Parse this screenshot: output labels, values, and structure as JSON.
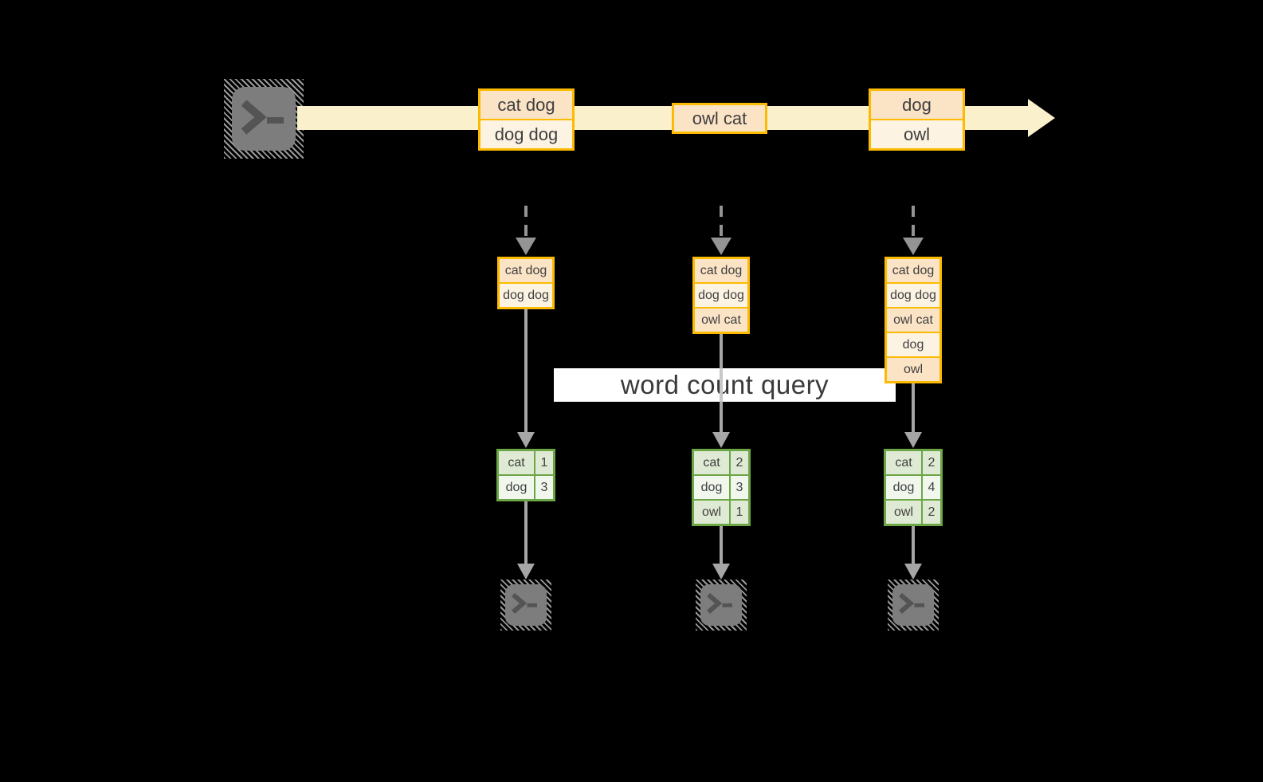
{
  "query": {
    "label": "word count query"
  },
  "stream": {
    "source_icon": "terminal-icon",
    "arrow_icon": "right-arrow-icon",
    "batches": [
      {
        "rows": [
          "cat dog",
          "dog dog"
        ]
      },
      {
        "rows": [
          "owl cat"
        ]
      },
      {
        "rows": [
          "dog",
          "owl"
        ]
      }
    ]
  },
  "pipelines": [
    {
      "input_state": {
        "rows": [
          "cat dog",
          "dog dog"
        ]
      },
      "result_table": {
        "rows": [
          {
            "word": "cat",
            "count": "1"
          },
          {
            "word": "dog",
            "count": "3"
          }
        ]
      },
      "sink_icon": "terminal-icon"
    },
    {
      "input_state": {
        "rows": [
          "cat dog",
          "dog dog",
          "owl cat"
        ]
      },
      "result_table": {
        "rows": [
          {
            "word": "cat",
            "count": "2"
          },
          {
            "word": "dog",
            "count": "3"
          },
          {
            "word": "owl",
            "count": "1"
          }
        ]
      },
      "sink_icon": "terminal-icon"
    },
    {
      "input_state": {
        "rows": [
          "cat dog",
          "dog dog",
          "owl cat",
          "dog",
          "owl"
        ]
      },
      "result_table": {
        "rows": [
          {
            "word": "cat",
            "count": "2"
          },
          {
            "word": "dog",
            "count": "4"
          },
          {
            "word": "owl",
            "count": "2"
          }
        ]
      },
      "sink_icon": "terminal-icon"
    }
  ],
  "colors": {
    "accent_gold": "#FCBB00",
    "fill_peach": "#FBE3C6",
    "fill_cream": "#FDF3E3",
    "stream_band": "#FAF0CB",
    "accent_green": "#6CA646",
    "fill_green_dark": "#DEEAD3",
    "fill_green_light": "#F2F7EE",
    "arrow_gray": "#A6A6A6",
    "terminal_gray": "#7D7D7D"
  }
}
